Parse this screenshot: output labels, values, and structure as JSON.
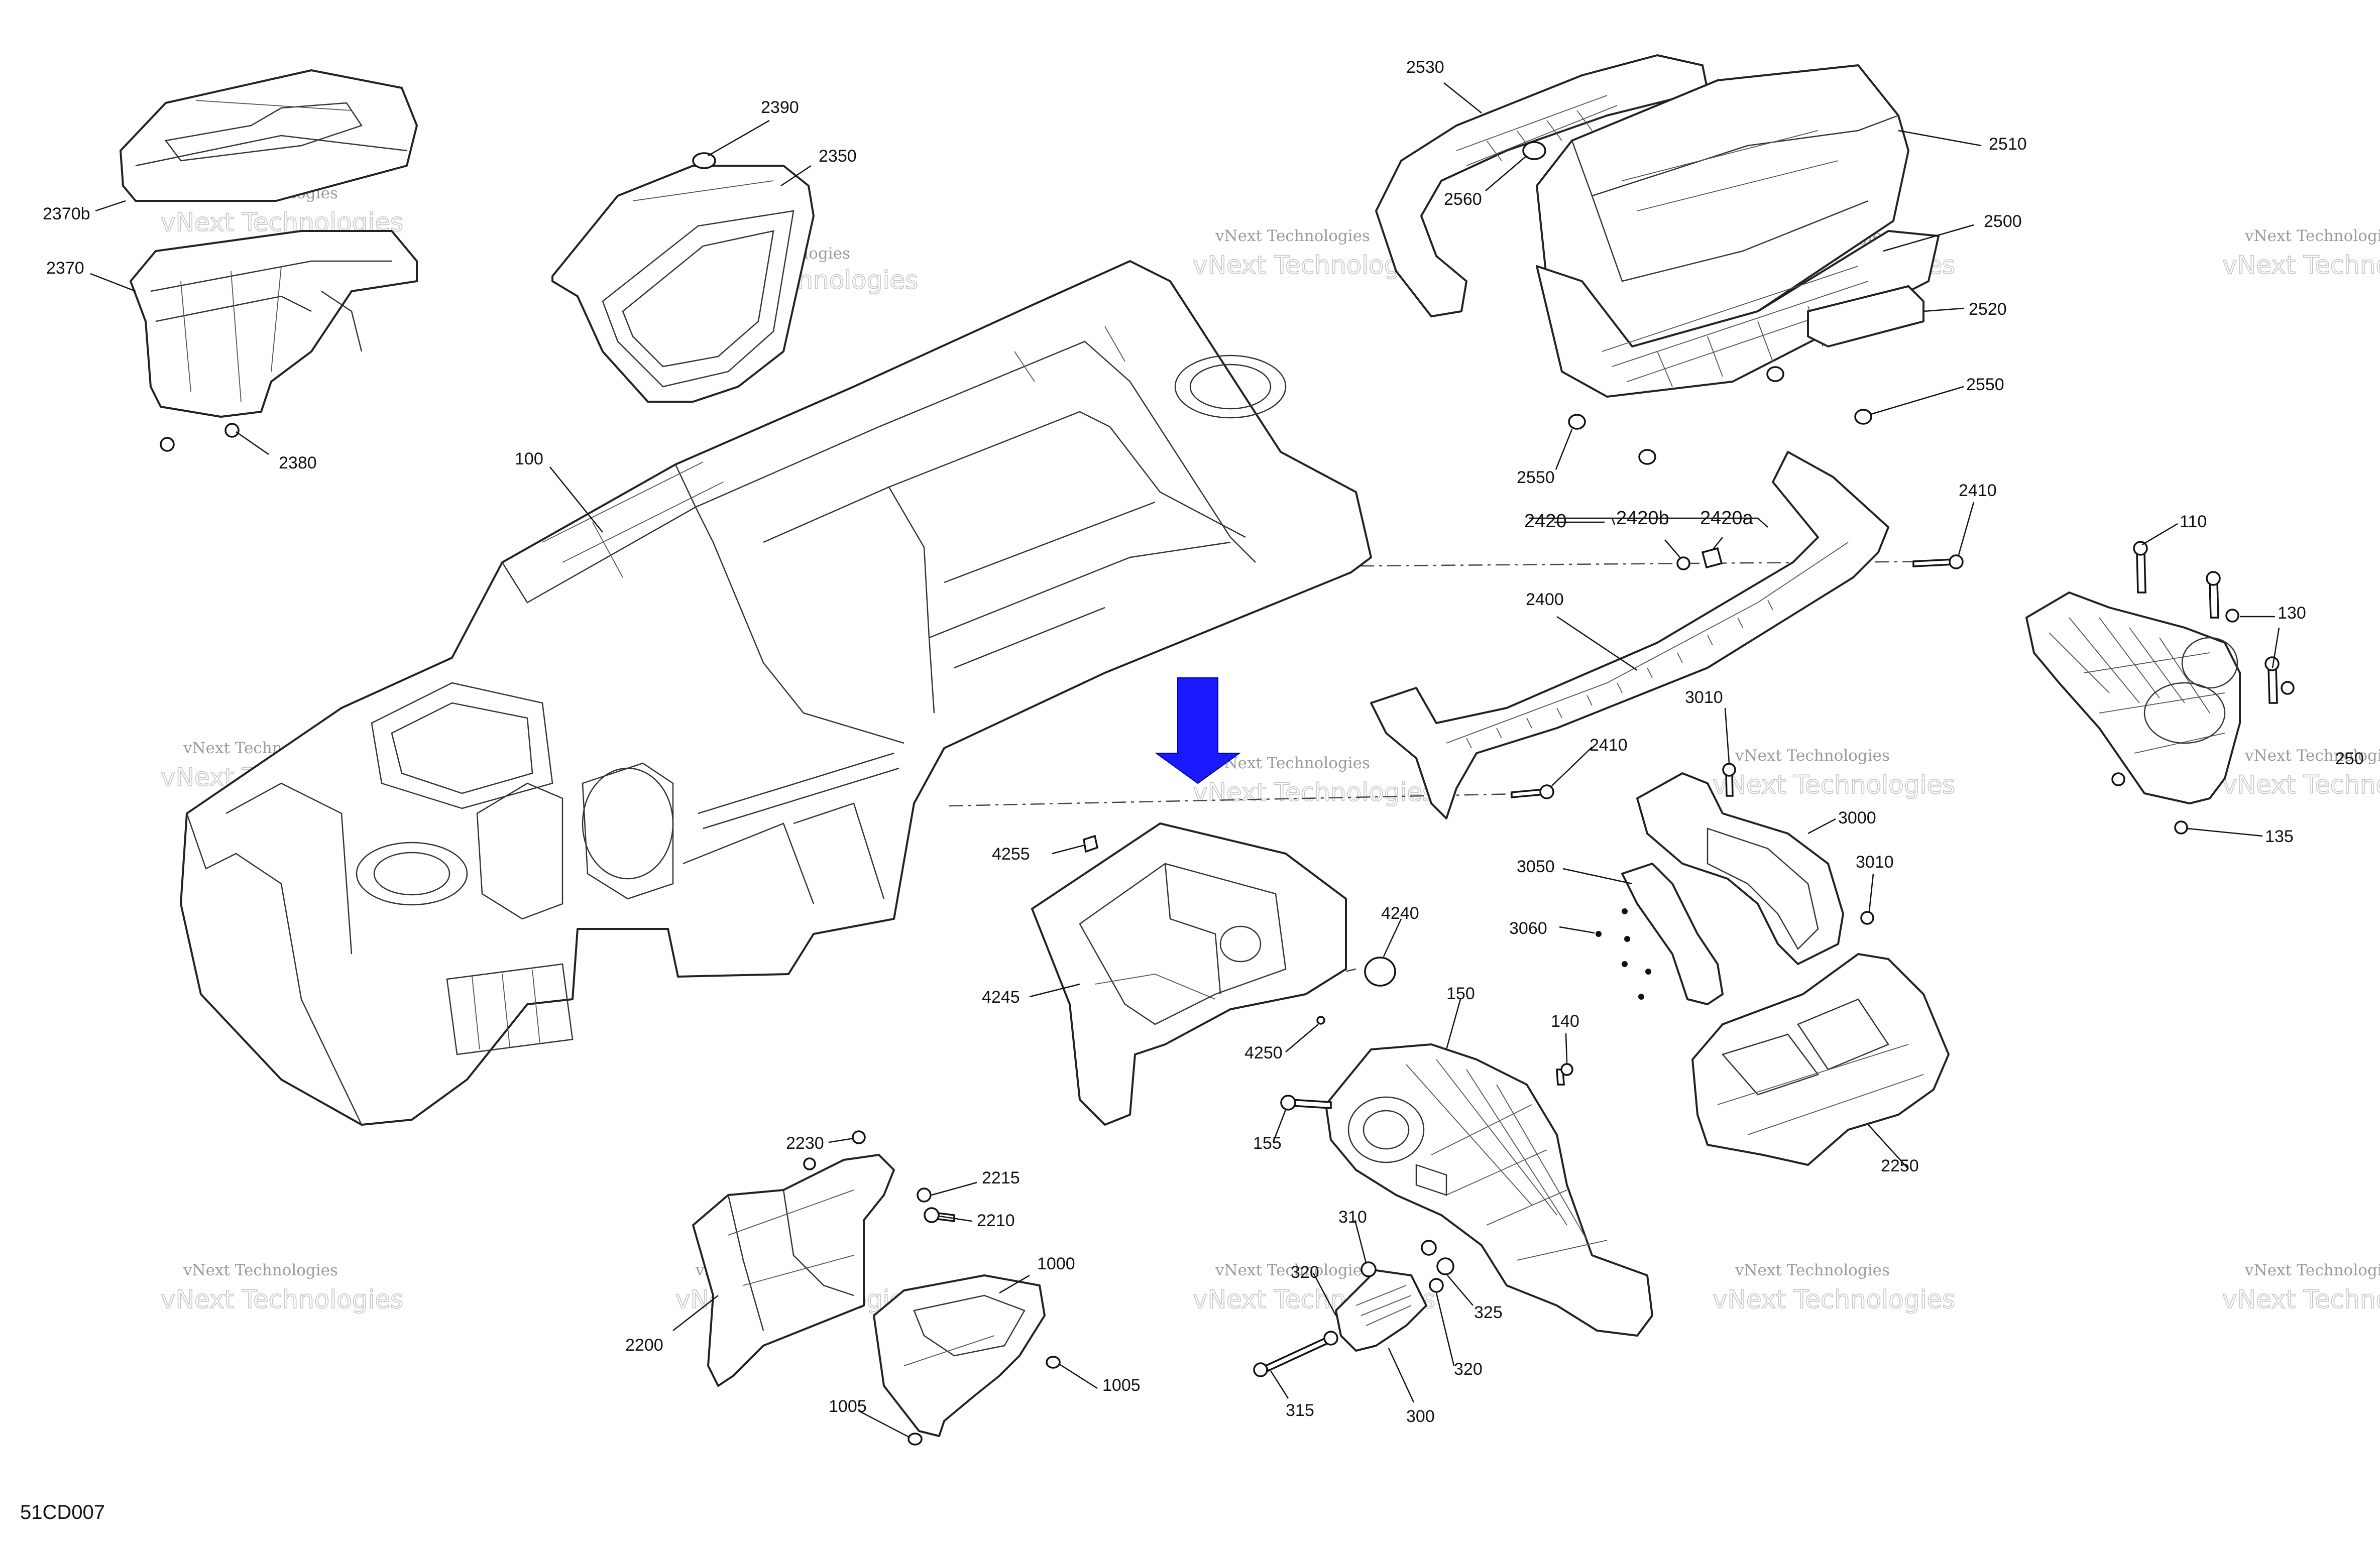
{
  "diagram": {
    "callouts": [
      {
        "id": "c2390",
        "text": "2390"
      },
      {
        "id": "c2350",
        "text": "2350"
      },
      {
        "id": "c2370b",
        "text": "2370b"
      },
      {
        "id": "c2370",
        "text": "2370"
      },
      {
        "id": "c2380",
        "text": "2380"
      },
      {
        "id": "c100",
        "text": "100"
      },
      {
        "id": "c2530",
        "text": "2530"
      },
      {
        "id": "c2560",
        "text": "2560"
      },
      {
        "id": "c2510",
        "text": "2510"
      },
      {
        "id": "c2500",
        "text": "2500"
      },
      {
        "id": "c2520",
        "text": "2520"
      },
      {
        "id": "c2550a",
        "text": "2550"
      },
      {
        "id": "c2550b",
        "text": "2550"
      },
      {
        "id": "c2420",
        "text": "2420"
      },
      {
        "id": "c2420b",
        "text": "2420b"
      },
      {
        "id": "c2420a",
        "text": "2420a"
      },
      {
        "id": "c2410a",
        "text": "2410"
      },
      {
        "id": "c2400",
        "text": "2400"
      },
      {
        "id": "c2410b",
        "text": "2410"
      },
      {
        "id": "c110",
        "text": "110"
      },
      {
        "id": "c130",
        "text": "130"
      },
      {
        "id": "c250",
        "text": "250"
      },
      {
        "id": "c135",
        "text": "135"
      },
      {
        "id": "c3010a",
        "text": "3010"
      },
      {
        "id": "c3000",
        "text": "3000"
      },
      {
        "id": "c3010b",
        "text": "3010"
      },
      {
        "id": "c3050",
        "text": "3050"
      },
      {
        "id": "c3060",
        "text": "3060"
      },
      {
        "id": "c4255",
        "text": "4255"
      },
      {
        "id": "c4240",
        "text": "4240"
      },
      {
        "id": "c4245",
        "text": "4245"
      },
      {
        "id": "c4250",
        "text": "4250"
      },
      {
        "id": "c150",
        "text": "150"
      },
      {
        "id": "c140",
        "text": "140"
      },
      {
        "id": "c155",
        "text": "155"
      },
      {
        "id": "c2250",
        "text": "2250"
      },
      {
        "id": "c2230",
        "text": "2230"
      },
      {
        "id": "c2215",
        "text": "2215"
      },
      {
        "id": "c2210",
        "text": "2210"
      },
      {
        "id": "c1000",
        "text": "1000"
      },
      {
        "id": "c2200",
        "text": "2200"
      },
      {
        "id": "c1005a",
        "text": "1005"
      },
      {
        "id": "c1005b",
        "text": "1005"
      },
      {
        "id": "c310",
        "text": "310"
      },
      {
        "id": "c320a",
        "text": "320"
      },
      {
        "id": "c325",
        "text": "325"
      },
      {
        "id": "c320b",
        "text": "320"
      },
      {
        "id": "c315",
        "text": "315"
      },
      {
        "id": "c300",
        "text": "300"
      }
    ],
    "watermark": "vNext Technologies",
    "drawing_code": "51CD007",
    "arrow_color": "#1a1aff"
  }
}
